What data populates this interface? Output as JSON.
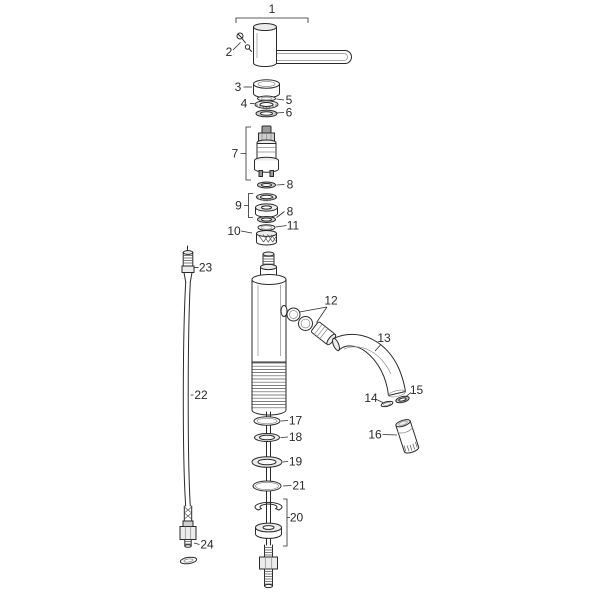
{
  "page": {
    "background": "#ffffff",
    "line_color": "#2a2a2a"
  },
  "diagram": {
    "kind": "exploded-parts-diagram",
    "labels": [
      {
        "num": "1"
      },
      {
        "num": "2"
      },
      {
        "num": "3"
      },
      {
        "num": "4"
      },
      {
        "num": "5"
      },
      {
        "num": "6"
      },
      {
        "num": "7"
      },
      {
        "num": "8"
      },
      {
        "num": "9"
      },
      {
        "num": "8"
      },
      {
        "num": "10"
      },
      {
        "num": "11"
      },
      {
        "num": "12"
      },
      {
        "num": "13"
      },
      {
        "num": "14"
      },
      {
        "num": "15"
      },
      {
        "num": "16"
      },
      {
        "num": "17"
      },
      {
        "num": "18"
      },
      {
        "num": "19"
      },
      {
        "num": "21"
      },
      {
        "num": "20"
      },
      {
        "num": "22"
      },
      {
        "num": "23"
      },
      {
        "num": "24"
      }
    ]
  }
}
